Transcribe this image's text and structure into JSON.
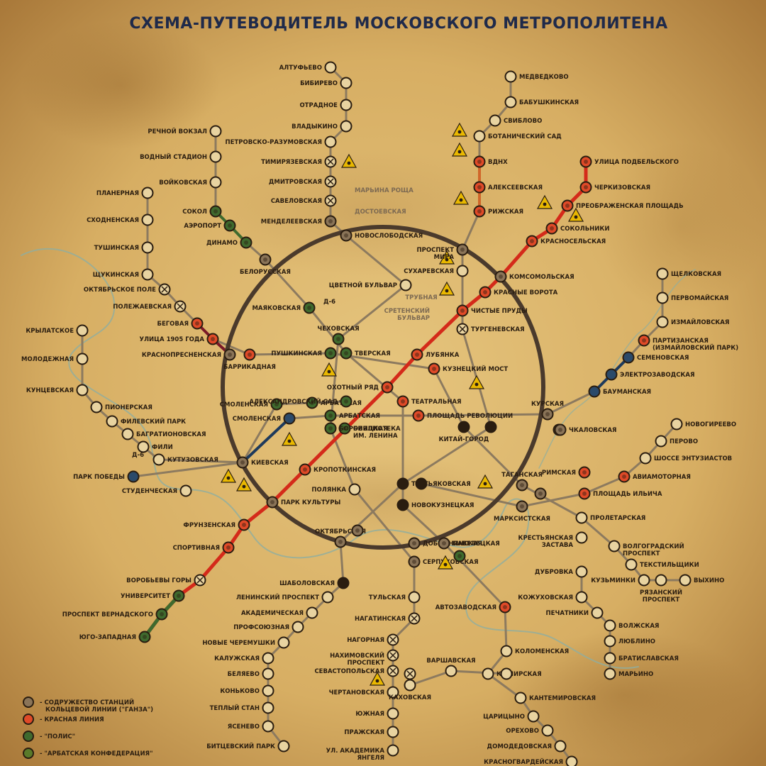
{
  "title": "СХЕМА-ПУТЕВОДИТЕЛЬ МОСКОВСКОГО МЕТРОПОЛИТЕНА",
  "colors": {
    "ring": "#4a3a2c",
    "red_line": "#d42a1a",
    "green_line": "#3f6a2e",
    "blue_line": "#1e3a5c",
    "line_default": "#8c7a5f",
    "station_fill": "#e8d3a0",
    "station_ring": "#6a5038",
    "station_red": "#e04a28",
    "station_green": "#3f6a2e",
    "station_blue": "#2b4a6a",
    "hazard": "#e9b800",
    "title": "#1f2a4a",
    "river": "#8faea0",
    "paper": "#d9b46a"
  },
  "stations": [
    {
      "id": "altufyevo",
      "label": "АЛТУФЬЕВО",
      "side": "L",
      "type": "normal"
    },
    {
      "id": "bibirevo",
      "label": "БИБИРЕВО",
      "side": "L",
      "type": "normal"
    },
    {
      "id": "otradnoe",
      "label": "ОТРАДНОЕ",
      "side": "L",
      "type": "normal"
    },
    {
      "id": "vladykino",
      "label": "ВЛАДЫКИНО",
      "side": "L",
      "type": "normal"
    },
    {
      "id": "petrovsko",
      "label": "ПЕТРОВСКО-РАЗУМОВСКАЯ",
      "side": "L",
      "type": "normal"
    },
    {
      "id": "timiryazev",
      "label": "ТИМИРЯЗЕВСКАЯ",
      "side": "L",
      "type": "closed"
    },
    {
      "id": "dmitrovsk",
      "label": "ДМИТРОВСКАЯ",
      "side": "L",
      "type": "closed"
    },
    {
      "id": "savelovsk",
      "label": "САВЕЛОВСКАЯ",
      "side": "L",
      "type": "closed"
    },
    {
      "id": "mendeleev",
      "label": "МЕНДЕЛЕЕВСКАЯ",
      "side": "L",
      "type": "ring"
    },
    {
      "id": "novoslob",
      "label": "НОВОСЛОБОДСКАЯ",
      "side": "R",
      "type": "ring"
    },
    {
      "id": "marina_rosha",
      "label": "МАРЬИНА РОЩА",
      "side": "R",
      "type": "faint"
    },
    {
      "id": "dostoevsk",
      "label": "ДОСТОЕВСКАЯ",
      "side": "R",
      "type": "faint"
    },
    {
      "id": "rechnoy",
      "label": "РЕЧНОЙ ВОКЗАЛ",
      "side": "L",
      "type": "normal"
    },
    {
      "id": "vodny",
      "label": "ВОДНЫЙ СТАДИОН",
      "side": "L",
      "type": "normal"
    },
    {
      "id": "voykovsk",
      "label": "ВОЙКОВСКАЯ",
      "side": "L",
      "type": "normal"
    },
    {
      "id": "sokol",
      "label": "СОКОЛ",
      "side": "L",
      "type": "green"
    },
    {
      "id": "aeroport",
      "label": "АЭРОПОРТ",
      "side": "L",
      "type": "green"
    },
    {
      "id": "dinamo",
      "label": "ДИНАМО",
      "side": "L",
      "type": "green"
    },
    {
      "id": "belorussk",
      "label": "БЕЛОРУССКАЯ",
      "side": "B",
      "type": "ring"
    },
    {
      "id": "mayakovsk",
      "label": "МАЯКОВСКАЯ",
      "side": "L",
      "type": "green"
    },
    {
      "id": "tverskaya",
      "label": "ТВЕРСКАЯ",
      "side": "R",
      "type": "green"
    },
    {
      "id": "pushkinsk",
      "label": "ПУШКИНСКАЯ",
      "side": "L",
      "type": "green"
    },
    {
      "id": "chekhovsk",
      "label": "ЧЕХОВСКАЯ",
      "side": "T",
      "type": "green"
    },
    {
      "id": "planernaya",
      "label": "ПЛАНЕРНАЯ",
      "side": "L",
      "type": "normal"
    },
    {
      "id": "skhodnensk",
      "label": "СХОДНЕНСКАЯ",
      "side": "L",
      "type": "normal"
    },
    {
      "id": "tushinsk",
      "label": "ТУШИНСКАЯ",
      "side": "L",
      "type": "normal"
    },
    {
      "id": "shchukinsk",
      "label": "ЩУКИНСКАЯ",
      "side": "L",
      "type": "normal"
    },
    {
      "id": "oktyabrskoe",
      "label": "ОКТЯБРЬСКОЕ ПОЛЕ",
      "side": "L",
      "type": "closed"
    },
    {
      "id": "polezhaev",
      "label": "ПОЛЕЖАЕВСКАЯ",
      "side": "L",
      "type": "closed"
    },
    {
      "id": "begovaya",
      "label": "БЕГОВАЯ",
      "side": "L",
      "type": "red"
    },
    {
      "id": "ul1905",
      "label": "УЛИЦА 1905 ГОДА",
      "side": "L",
      "type": "red"
    },
    {
      "id": "krasnopres",
      "label": "КРАСНОПРЕСНЕНСКАЯ",
      "side": "L",
      "type": "ring"
    },
    {
      "id": "barrikad",
      "label": "БАРРИКАДНАЯ",
      "side": "B",
      "type": "red"
    },
    {
      "id": "krylatskoe",
      "label": "КРЫЛАТСКОЕ",
      "side": "L",
      "type": "normal"
    },
    {
      "id": "molodezh",
      "label": "МОЛОДЕЖНАЯ",
      "side": "L",
      "type": "normal"
    },
    {
      "id": "kuntsevsk",
      "label": "КУНЦЕВСКАЯ",
      "side": "L",
      "type": "normal"
    },
    {
      "id": "pionersk",
      "label": "ПИОНЕРСКАЯ",
      "side": "R",
      "type": "normal"
    },
    {
      "id": "filevsky",
      "label": "ФИЛЕВСКИЙ ПАРК",
      "side": "R",
      "type": "normal"
    },
    {
      "id": "bagration",
      "label": "БАГРАТИОНОВСКАЯ",
      "side": "R",
      "type": "normal"
    },
    {
      "id": "fili",
      "label": "ФИЛИ",
      "side": "R",
      "type": "normal"
    },
    {
      "id": "kutuzov",
      "label": "КУТУЗОВСКАЯ",
      "side": "R",
      "type": "normal"
    },
    {
      "id": "park_pobedy",
      "label": "ПАРК ПОБЕДЫ",
      "side": "L",
      "type": "blue"
    },
    {
      "id": "studench",
      "label": "СТУДЕНЧЕСКАЯ",
      "side": "L",
      "type": "normal"
    },
    {
      "id": "kievsk",
      "label": "КИЕВСКАЯ",
      "side": "R",
      "type": "ring"
    },
    {
      "id": "smolensk1",
      "label": "СМОЛЕНСКАЯ",
      "side": "L",
      "type": "green"
    },
    {
      "id": "arbatsk1",
      "label": "АРБАТСКАЯ",
      "side": "R",
      "type": "green"
    },
    {
      "id": "smolensk2",
      "label": "СМОЛЕНСКАЯ",
      "side": "L",
      "type": "blue"
    },
    {
      "id": "arbatsk2",
      "label": "АРБАТСКАЯ",
      "side": "R",
      "type": "green"
    },
    {
      "id": "aleksandr",
      "label": "АЛЕКСАНДРОВСКИЙ САД",
      "side": "L",
      "type": "green"
    },
    {
      "id": "biblioteka",
      "label": "БИБЛИОТЕКА",
      "side": "R",
      "type": "green"
    },
    {
      "id": "borovitsk",
      "label": "БОРОВИЦКАЯ",
      "side": "R",
      "type": "green"
    },
    {
      "id": "tsvetnoy",
      "label": "ЦВЕТНОЙ БУЛЬВАР",
      "side": "L",
      "type": "normal"
    },
    {
      "id": "trubnaya",
      "label": "ТРУБНАЯ",
      "side": "B",
      "type": "faint"
    },
    {
      "id": "sretensky",
      "label": "СРЕТЕНСКИЙ",
      "side": "L",
      "type": "faint"
    },
    {
      "id": "okhotny",
      "label": "ОХОТНЫЙ РЯД",
      "side": "L",
      "type": "red"
    },
    {
      "id": "teatralnaya",
      "label": "ТЕАТРАЛЬНАЯ",
      "side": "R",
      "type": "red"
    },
    {
      "id": "pl_revol",
      "label": "ПЛОЩАДЬ РЕВОЛЮЦИИ",
      "side": "R",
      "type": "red"
    },
    {
      "id": "lubyanka",
      "label": "ЛУБЯНКА",
      "side": "R",
      "type": "red"
    },
    {
      "id": "kuznetsky",
      "label": "КУЗНЕЦКИЙ МОСТ",
      "side": "R",
      "type": "red"
    },
    {
      "id": "kitay",
      "label": "КИТАЙ-ГОРОД",
      "side": "B",
      "type": "dark"
    },
    {
      "id": "kitay2",
      "label": "",
      "side": "B",
      "type": "dark"
    },
    {
      "id": "chistye",
      "label": "ЧИСТЫЕ ПРУДЫ",
      "side": "R",
      "type": "red"
    },
    {
      "id": "turgenev",
      "label": "ТУРГЕНЕВСКАЯ",
      "side": "R",
      "type": "closed"
    },
    {
      "id": "sukharev",
      "label": "СУХАРЕВСКАЯ",
      "side": "L",
      "type": "normal"
    },
    {
      "id": "prospekt_mira",
      "label": "ПРОСПЕКТ",
      "side": "L",
      "type": "ring"
    },
    {
      "id": "krasnye_vorota",
      "label": "КРАСНЫЕ ВОРОТА",
      "side": "R",
      "type": "red"
    },
    {
      "id": "komsomol",
      "label": "КОМСОМОЛЬСКАЯ",
      "side": "R",
      "type": "ring"
    },
    {
      "id": "krasnoselsk",
      "label": "КРАСНОСЕЛЬСКАЯ",
      "side": "R",
      "type": "red"
    },
    {
      "id": "sokolniki",
      "label": "СОКОЛЬНИКИ",
      "side": "R",
      "type": "red"
    },
    {
      "id": "preobr",
      "label": "ПРЕОБРАЖЕНСКАЯ ПЛОЩАДЬ",
      "side": "R",
      "type": "red"
    },
    {
      "id": "cherkizov",
      "label": "ЧЕРКИЗОВСКАЯ",
      "side": "R",
      "type": "red"
    },
    {
      "id": "podbelsk",
      "label": "УЛИЦА ПОДБЕЛЬСКОГО",
      "side": "R",
      "type": "red"
    },
    {
      "id": "medvedkovo",
      "label": "МЕДВЕДКОВО",
      "side": "R",
      "type": "normal"
    },
    {
      "id": "babushk",
      "label": "БАБУШКИНСКАЯ",
      "side": "R",
      "type": "normal"
    },
    {
      "id": "sviblovo",
      "label": "СВИБЛОВО",
      "side": "R",
      "type": "normal"
    },
    {
      "id": "botanich",
      "label": "БОТАНИЧЕСКИЙ САД",
      "side": "R",
      "type": "normal"
    },
    {
      "id": "vdnh",
      "label": "ВДНХ",
      "side": "R",
      "type": "red"
    },
    {
      "id": "alekseev",
      "label": "АЛЕКСЕЕВСКАЯ",
      "side": "R",
      "type": "red"
    },
    {
      "id": "rizhsk",
      "label": "РИЖСКАЯ",
      "side": "R",
      "type": "red"
    },
    {
      "id": "shchelkovsk",
      "label": "ЩЕЛКОВСКАЯ",
      "side": "R",
      "type": "normal"
    },
    {
      "id": "pervomaysk",
      "label": "ПЕРВОМАЙСКАЯ",
      "side": "R",
      "type": "normal"
    },
    {
      "id": "izmaylovsk",
      "label": "ИЗМАЙЛОВСКАЯ",
      "side": "R",
      "type": "normal"
    },
    {
      "id": "partizan",
      "label": "ПАРТИЗАНСКАЯ",
      "side": "R",
      "type": "red"
    },
    {
      "id": "semenovsk",
      "label": "СЕМЕНОВСКАЯ",
      "side": "R",
      "type": "blue"
    },
    {
      "id": "elektrozav",
      "label": "ЭЛЕКТРОЗАВОДСКАЯ",
      "side": "R",
      "type": "blue"
    },
    {
      "id": "baumansk",
      "label": "БАУМАНСКАЯ",
      "side": "R",
      "type": "blue"
    },
    {
      "id": "kursk1",
      "label": "КУРСКАЯ",
      "side": "T",
      "type": "ring"
    },
    {
      "id": "kursk2",
      "label": "",
      "side": "T",
      "type": "ring"
    },
    {
      "id": "chkalovsk",
      "label": "ЧКАЛОВСКАЯ",
      "side": "R",
      "type": "ring"
    },
    {
      "id": "novogireevo",
      "label": "НОВОГИРЕЕВО",
      "side": "R",
      "type": "normal"
    },
    {
      "id": "perovo",
      "label": "ПЕРОВО",
      "side": "R",
      "type": "normal"
    },
    {
      "id": "shosse",
      "label": "ШОССЕ ЭНТУЗИАСТОВ",
      "side": "R",
      "type": "normal"
    },
    {
      "id": "aviamotor",
      "label": "АВИАМОТОРНАЯ",
      "side": "R",
      "type": "red"
    },
    {
      "id": "rimskaya",
      "label": "РИМСКАЯ",
      "side": "L",
      "type": "red"
    },
    {
      "id": "pl_ilyicha",
      "label": "ПЛОЩАДЬ ИЛЬИЧА",
      "side": "R",
      "type": "red"
    },
    {
      "id": "taganskaya",
      "label": "ТАГАНСКАЯ",
      "side": "T",
      "type": "ring"
    },
    {
      "id": "taganskaya2",
      "label": "",
      "side": "T",
      "type": "ring"
    },
    {
      "id": "marksist",
      "label": "МАРКСИСТСКАЯ",
      "side": "B",
      "type": "ring"
    },
    {
      "id": "proletar",
      "label": "ПРОЛЕТАРСКАЯ",
      "side": "R",
      "type": "normal"
    },
    {
      "id": "krest_zastava",
      "label": "КРЕСТЬЯНСКАЯ",
      "side": "L",
      "type": "normal"
    },
    {
      "id": "volgograd",
      "label": "ВОЛГОГРАДСКИЙ",
      "side": "R",
      "type": "normal"
    },
    {
      "id": "tekstil",
      "label": "ТЕКСТИЛЬЩИКИ",
      "side": "R",
      "type": "normal"
    },
    {
      "id": "kuzminki",
      "label": "КУЗЬМИНКИ",
      "side": "L",
      "type": "normal"
    },
    {
      "id": "ryazansky",
      "label": "РЯЗАНСКИЙ",
      "side": "B",
      "type": "normal"
    },
    {
      "id": "vykhino",
      "label": "ВЫХИНО",
      "side": "R",
      "type": "normal"
    },
    {
      "id": "dubrovka",
      "label": "ДУБРОВКА",
      "side": "L",
      "type": "normal"
    },
    {
      "id": "kozhukh",
      "label": "КОЖУХОВСКАЯ",
      "side": "L",
      "type": "normal"
    },
    {
      "id": "pechatniki",
      "label": "ПЕЧАТНИКИ",
      "side": "L",
      "type": "normal"
    },
    {
      "id": "volzhsk",
      "label": "ВОЛЖСКАЯ",
      "side": "R",
      "type": "normal"
    },
    {
      "id": "lyublino",
      "label": "ЛЮБЛИНО",
      "side": "R",
      "type": "normal"
    },
    {
      "id": "bratislav",
      "label": "БРАТИСЛАВСКАЯ",
      "side": "R",
      "type": "normal"
    },
    {
      "id": "maryino",
      "label": "МАРЬИНО",
      "side": "R",
      "type": "normal"
    },
    {
      "id": "tretyakov",
      "label": "ТРЕТЬЯКОВСКАЯ",
      "side": "R",
      "type": "dark"
    },
    {
      "id": "tretyakov2",
      "label": "",
      "side": "R",
      "type": "dark"
    },
    {
      "id": "novokuzn",
      "label": "НОВОКУЗНЕЦКАЯ",
      "side": "R",
      "type": "dark"
    },
    {
      "id": "polyanka",
      "label": "ПОЛЯНКА",
      "side": "L",
      "type": "normal"
    },
    {
      "id": "kropotkin",
      "label": "КРОПОТКИНСКАЯ",
      "side": "R",
      "type": "red"
    },
    {
      "id": "park_kult",
      "label": "ПАРК КУЛЬТУРЫ",
      "side": "R",
      "type": "ring"
    },
    {
      "id": "frunzensk",
      "label": "ФРУНЗЕНСКАЯ",
      "side": "L",
      "type": "red"
    },
    {
      "id": "sportivn",
      "label": "СПОРТИВНАЯ",
      "side": "L",
      "type": "red"
    },
    {
      "id": "vorobyovy",
      "label": "ВОРОБЬЕВЫ ГОРЫ",
      "side": "L",
      "type": "closed"
    },
    {
      "id": "universitet",
      "label": "УНИВЕРСИТЕТ",
      "side": "L",
      "type": "green"
    },
    {
      "id": "pr_vernad",
      "label": "ПРОСПЕКТ ВЕРНАДСКОГО",
      "side": "L",
      "type": "green"
    },
    {
      "id": "yugozap",
      "label": "ЮГО-ЗАПАДНАЯ",
      "side": "L",
      "type": "green"
    },
    {
      "id": "oktyabrsk",
      "label": "ОКТЯБРЬСКАЯ",
      "side": "T",
      "type": "ring"
    },
    {
      "id": "oktyabrsk2",
      "label": "",
      "side": "T",
      "type": "ring"
    },
    {
      "id": "dobryninsk",
      "label": "ДОБРЫНИНСКАЯ",
      "side": "R",
      "type": "ring"
    },
    {
      "id": "serpukhov",
      "label": "СЕРПУХОВСКАЯ",
      "side": "R",
      "type": "ring"
    },
    {
      "id": "paveletsk",
      "label": "ПАВЕЛЕЦКАЯ",
      "side": "R",
      "type": "ring"
    },
    {
      "id": "paveletsk2",
      "label": "",
      "side": "R",
      "type": "green"
    },
    {
      "id": "shabolov",
      "label": "ШАБОЛОВСКАЯ",
      "side": "L",
      "type": "dark"
    },
    {
      "id": "leninsky",
      "label": "ЛЕНИНСКИЙ ПРОСПЕКТ",
      "side": "L",
      "type": "normal"
    },
    {
      "id": "akadem",
      "label": "АКАДЕМИЧЕСКАЯ",
      "side": "L",
      "type": "normal"
    },
    {
      "id": "profsoyuz",
      "label": "ПРОФСОЮЗНАЯ",
      "side": "L",
      "type": "normal"
    },
    {
      "id": "nov_cheremush",
      "label": "НОВЫЕ ЧЕРЕМУШКИ",
      "side": "L",
      "type": "normal"
    },
    {
      "id": "kaluzhsk",
      "label": "КАЛУЖСКАЯ",
      "side": "L",
      "type": "normal"
    },
    {
      "id": "belyaevo",
      "label": "БЕЛЯЕВО",
      "side": "L",
      "type": "normal"
    },
    {
      "id": "konkovo",
      "label": "КОНЬКОВО",
      "side": "L",
      "type": "normal"
    },
    {
      "id": "tepliy",
      "label": "ТЕПЛЫЙ СТАН",
      "side": "L",
      "type": "normal"
    },
    {
      "id": "yasenevo",
      "label": "ЯСЕНЕВО",
      "side": "L",
      "type": "normal"
    },
    {
      "id": "bitsevsky",
      "label": "БИТЦЕВСКИЙ ПАРК",
      "side": "L",
      "type": "normal"
    },
    {
      "id": "tulsk",
      "label": "ТУЛЬСКАЯ",
      "side": "L",
      "type": "normal"
    },
    {
      "id": "nagatinsk",
      "label": "НАГАТИНСКАЯ",
      "side": "L",
      "type": "closed"
    },
    {
      "id": "nagornaya",
      "label": "НАГОРНАЯ",
      "side": "L",
      "type": "closed"
    },
    {
      "id": "nakhimov",
      "label": "НАХИМОВСКИЙ",
      "side": "L",
      "type": "closed"
    },
    {
      "id": "sevastop",
      "label": "СЕВАСТОПОЛЬСКАЯ",
      "side": "L",
      "type": "closed"
    },
    {
      "id": "sevastop2",
      "label": "",
      "side": "L",
      "type": "closed"
    },
    {
      "id": "chertanov",
      "label": "ЧЕРТАНОВСКАЯ",
      "side": "L",
      "type": "normal"
    },
    {
      "id": "yuzhnaya",
      "label": "ЮЖНАЯ",
      "side": "L",
      "type": "normal"
    },
    {
      "id": "prazhsk",
      "label": "ПРАЖСКАЯ",
      "side": "L",
      "type": "normal"
    },
    {
      "id": "yangelya",
      "label": "УЛ. АКАДЕМИКА",
      "side": "L",
      "type": "normal"
    },
    {
      "id": "varshav",
      "label": "ВАРШАВСКАЯ",
      "side": "T",
      "type": "normal"
    },
    {
      "id": "kakhovsk",
      "label": "КАХОВСКАЯ",
      "side": "B",
      "type": "normal"
    },
    {
      "id": "kashirsk",
      "label": "КАШИРСКАЯ",
      "side": "R",
      "type": "normal"
    },
    {
      "id": "kashirsk2",
      "label": "",
      "side": "R",
      "type": "normal"
    },
    {
      "id": "avtozav",
      "label": "АВТОЗАВОДСКАЯ",
      "side": "L",
      "type": "red"
    },
    {
      "id": "kolomensk",
      "label": "КОЛОМЕНСКАЯ",
      "side": "R",
      "type": "normal"
    },
    {
      "id": "kantemir",
      "label": "КАНТЕМИРОВСКАЯ",
      "side": "R",
      "type": "normal"
    },
    {
      "id": "tsaritsyno",
      "label": "ЦАРИЦЫНО",
      "side": "L",
      "type": "normal"
    },
    {
      "id": "orekhovo",
      "label": "ОРЕХОВО",
      "side": "L",
      "type": "normal"
    },
    {
      "id": "domodedov",
      "label": "ДОМОДЕДОВСКАЯ",
      "side": "L",
      "type": "normal"
    },
    {
      "id": "krasnogvard",
      "label": "КРАСНОГВАРДЕЙСКАЯ",
      "side": "L",
      "type": "normal"
    }
  ],
  "label_continuations": [
    {
      "ref": "partizan",
      "text": "(ИЗМАЙЛОВСКИЙ ПАРК)"
    },
    {
      "ref": "prospekt_mira",
      "text": "МИРА"
    },
    {
      "ref": "biblioteka",
      "text": "ИМ. ЛЕНИНА"
    },
    {
      "ref": "sretensky",
      "text": "БУЛЬВАР"
    },
    {
      "ref": "krest_zastava",
      "text": "ЗАСТАВА"
    },
    {
      "ref": "volgograd",
      "text": "ПРОСПЕКТ"
    },
    {
      "ref": "ryazansky",
      "text": "ПРОСПЕКТ"
    },
    {
      "ref": "nakhimov",
      "text": "ПРОСПЕКТ"
    },
    {
      "ref": "yangelya",
      "text": "ЯНГЕЛЯ"
    }
  ],
  "markers": [
    {
      "text": "Д-6"
    },
    {
      "text": "Д-6"
    }
  ],
  "legend": [
    {
      "label": "- СОДРУЖЕСТВО СТАНЦИЙ",
      "label2": "КОЛЬЦЕВОЙ ЛИНИИ (\"ГАНЗА\")",
      "swatch": "ring"
    },
    {
      "label": "- КРАСНАЯ ЛИНИЯ",
      "label2": "",
      "swatch": "red"
    },
    {
      "label": "- \"ПОЛИС\"",
      "label2": "",
      "swatch": "green"
    },
    {
      "label": "- \"АРБАТСКАЯ КОНФЕДЕРАЦИЯ\"",
      "label2": "",
      "swatch": "green2"
    }
  ]
}
